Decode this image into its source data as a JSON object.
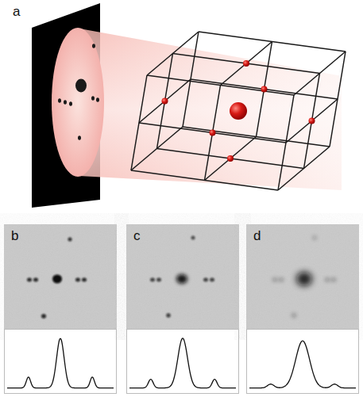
{
  "diagram": {
    "labels": [
      "a",
      "b",
      "c",
      "d"
    ]
  }
}
